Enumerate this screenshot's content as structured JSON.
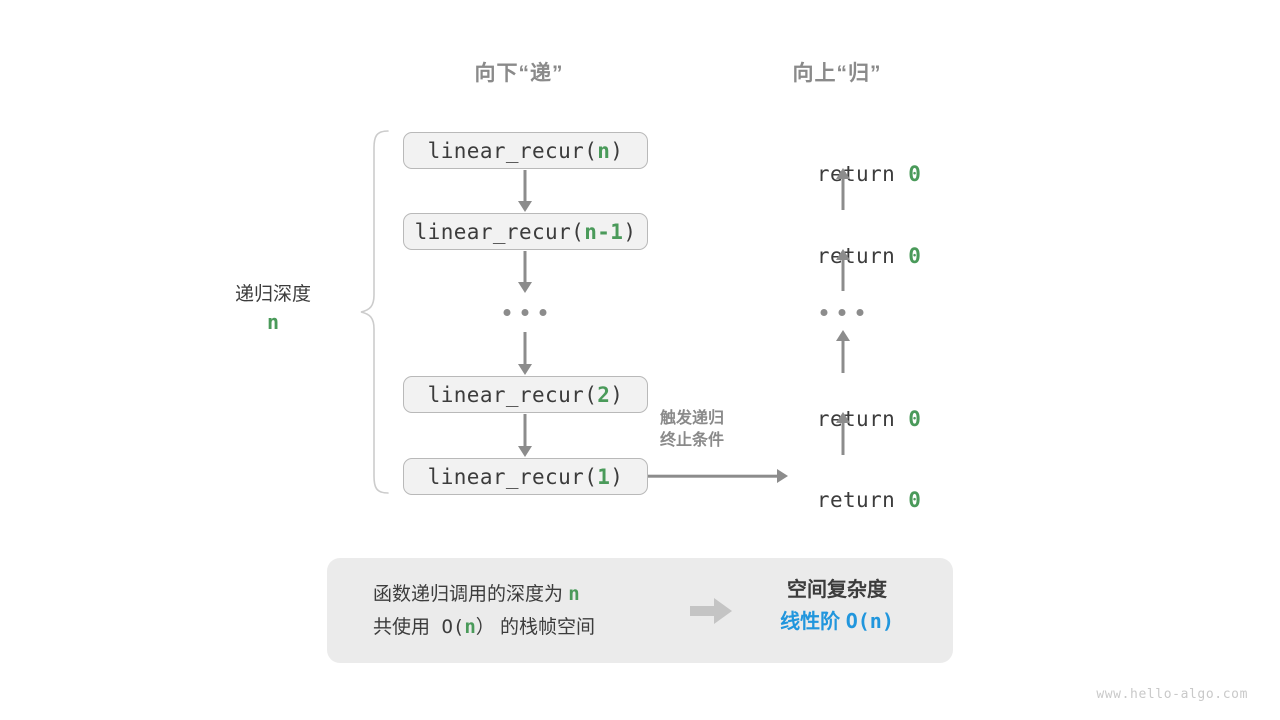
{
  "headers": {
    "down": "向下“递”",
    "up": "向上“归”"
  },
  "depth": {
    "label": "递归深度",
    "value": "n"
  },
  "calls": [
    {
      "prefix": "linear_recur(",
      "arg": "n",
      "suffix": ")"
    },
    {
      "prefix": "linear_recur(",
      "arg": "n-1",
      "suffix": ")"
    },
    {
      "prefix": "linear_recur(",
      "arg": "2",
      "suffix": ")"
    },
    {
      "prefix": "linear_recur(",
      "arg": "1",
      "suffix": ")"
    }
  ],
  "ellipsis": "...",
  "returns": [
    {
      "keyword": "return ",
      "value": "0"
    },
    {
      "keyword": "return ",
      "value": "0"
    },
    {
      "keyword": "return ",
      "value": "0"
    },
    {
      "keyword": "return ",
      "value": "0"
    }
  ],
  "terminate": {
    "line1": "触发递归",
    "line2": "终止条件"
  },
  "summary": {
    "line1_a": "函数递归调用的深度为 ",
    "line1_b": "n",
    "line2_a": "共使用 O(",
    "line2_b": "n",
    "line2_c": "） 的栈帧空间",
    "title": "空间复杂度",
    "value_a": "线性阶 ",
    "value_b": "O(n)"
  },
  "watermark": "www.hello-algo.com",
  "colors": {
    "accent_green": "#4a9a5a",
    "accent_blue": "#2196dd",
    "arrow_gray": "#8c8c8c",
    "box_fill": "#f2f2f2",
    "box_border": "#b9b9b9",
    "panel_fill": "#ebebeb",
    "text_dark": "#3c3c3c",
    "text_muted": "#8a8a8a"
  }
}
